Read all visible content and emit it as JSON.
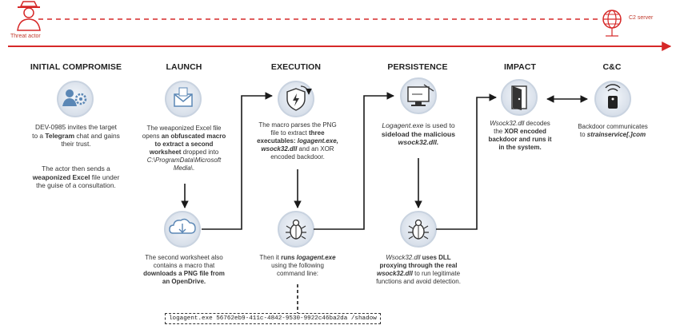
{
  "actors": {
    "threat_actor": "Threat actor",
    "c2_server": "C2 server"
  },
  "stages": [
    {
      "title": "INITIAL COMPROMISE",
      "icon": "user-gear-icon"
    },
    {
      "title": "LAUNCH",
      "icon": "envelope-icon"
    },
    {
      "title": "EXECUTION",
      "icon": "shield-lightning-icon"
    },
    {
      "title": "PERSISTENCE",
      "icon": "computer-monitor-icon"
    },
    {
      "title": "IMPACT",
      "icon": "door-icon"
    },
    {
      "title": "C&C",
      "icon": "remote-signal-icon"
    }
  ],
  "texts": {
    "initial_1a": "DEV-0985 invites the target to a ",
    "initial_1b": "Telegram",
    "initial_1c": " chat and gains their trust.",
    "initial_2a": "The actor then sends a ",
    "initial_2b": "weaponized Excel",
    "initial_2c": " file under the guise of a consultation.",
    "launch_1a": "The weaponized Excel file opens ",
    "launch_1b": "an obfuscated macro to extract a second worksheet",
    "launch_1c": " dropped into ",
    "launch_1d": "C:\\ProgramData\\Microsoft Media\\",
    "launch_1e": ".",
    "launch_2a": "The second worksheet also contains a macro that ",
    "launch_2b": "downloads a PNG file from an OpenDrive.",
    "exec_1a": "The macro parses the PNG file to extract ",
    "exec_1b": "three executables: ",
    "exec_1c": "logagent.exe, wsock32.dll",
    "exec_1d": " and an XOR encoded backdoor.",
    "exec_2a": "Then it ",
    "exec_2b": "runs ",
    "exec_2c": "logagent.exe",
    "exec_2d": " using the following command line:",
    "persist_1a": "Logagent.exe",
    "persist_1b": " is used to ",
    "persist_1c": "sideload the malicious ",
    "persist_1d": "wsock32.dll.",
    "persist_2a": "Wsock32.dll",
    "persist_2b": " uses DLL proxying through the real ",
    "persist_2c": "wsock32.dll",
    "persist_2d": " to run legitimate functions and avoid detection.",
    "impact_1a": "Wsock32.dll",
    "impact_1b": " decodes the ",
    "impact_1c": "XOR encoded",
    "impact_1d": " backdoor and runs it in the system.",
    "cnc_1a": "Backdoor communicates to ",
    "cnc_1b": "strainservice[.]com"
  },
  "command_line": "logagent.exe 56762eb9-411c-4842-9530-9922c46ba2da /shadow",
  "colors": {
    "accent_red": "#d62828",
    "icon_blue": "#5b87b5",
    "icon_ring": "#c9d3e0",
    "flow_dark": "#1a1a1a"
  }
}
